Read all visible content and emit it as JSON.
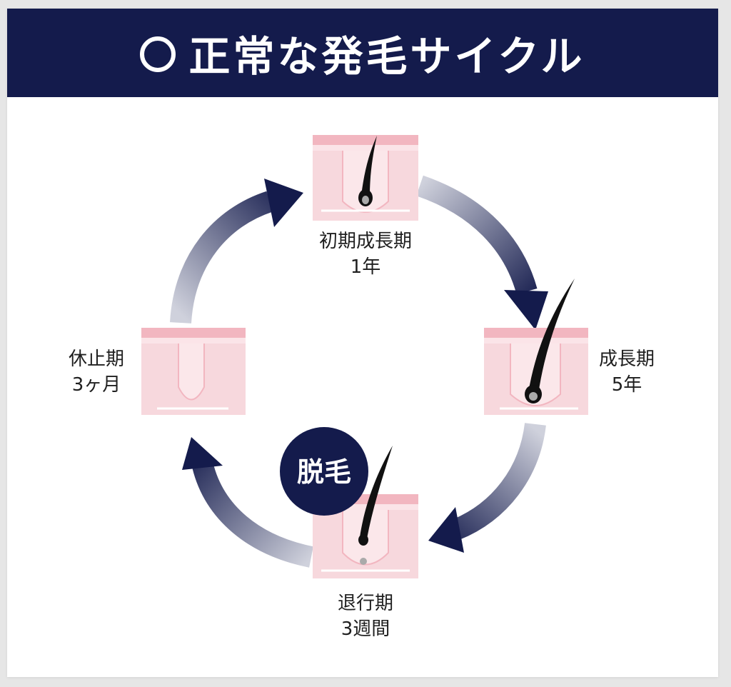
{
  "header": {
    "title": "正常な発毛サイクル",
    "circle_icon": "circle-mark-icon"
  },
  "colors": {
    "navy": "#141b4c",
    "skin_pink": "#f5c8cf",
    "hair": "#111111"
  },
  "stages": [
    {
      "id": "early-growth",
      "name": "初期成長期",
      "duration": "1年"
    },
    {
      "id": "growth",
      "name": "成長期",
      "duration": "5年"
    },
    {
      "id": "regression",
      "name": "退行期",
      "duration": "3週間"
    },
    {
      "id": "rest",
      "name": "休止期",
      "duration": "3ヶ月"
    }
  ],
  "badge": {
    "label": "脱毛"
  },
  "icons": [
    "skin-cross-section-icon",
    "hair-strand-icon",
    "cycle-arrow-icon"
  ]
}
